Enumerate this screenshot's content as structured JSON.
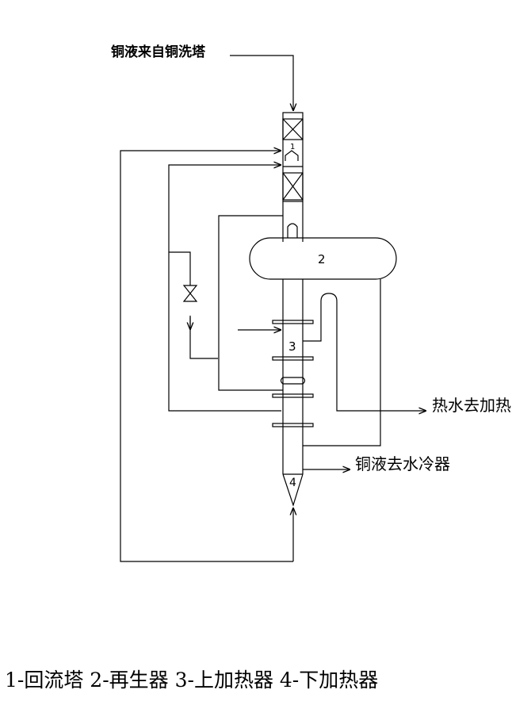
{
  "labels": {
    "inlet": "铜液来自铜洗塔",
    "hot_water_out": "热水去加热",
    "liquor_out": "铜液去水冷器"
  },
  "component_numbers": {
    "reflux_tower": "1",
    "regenerator": "2",
    "upper_heater": "3",
    "lower_heater": "4"
  },
  "caption": "1-回流塔 2-再生器 3-上加热器 4-下加热器"
}
